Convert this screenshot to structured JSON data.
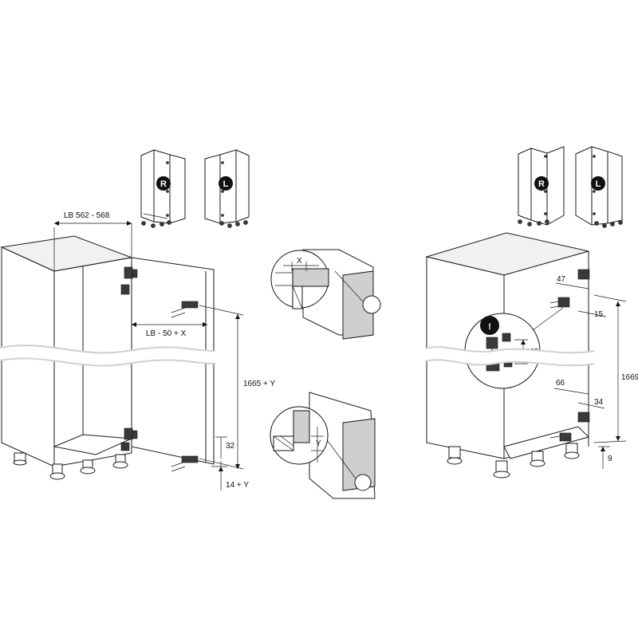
{
  "labels": {
    "lb_range": "LB 562 - 568",
    "lb_formula": "LB - 50 + X",
    "height_left": "1665 + Y",
    "d32": "32",
    "d14y": "14 + Y",
    "detail_x": "X",
    "detail_y": "Y",
    "d47": "47",
    "d15": "15",
    "d165": "165",
    "d1669": "1669",
    "d66": "66",
    "d34": "34",
    "d9": "9"
  },
  "badges": {
    "right": "R",
    "left": "L",
    "warning": "!"
  },
  "colors": {
    "line": "#1a1a1a",
    "door_fill": "#cfcfcf",
    "hardware": "#3a3a3a"
  }
}
